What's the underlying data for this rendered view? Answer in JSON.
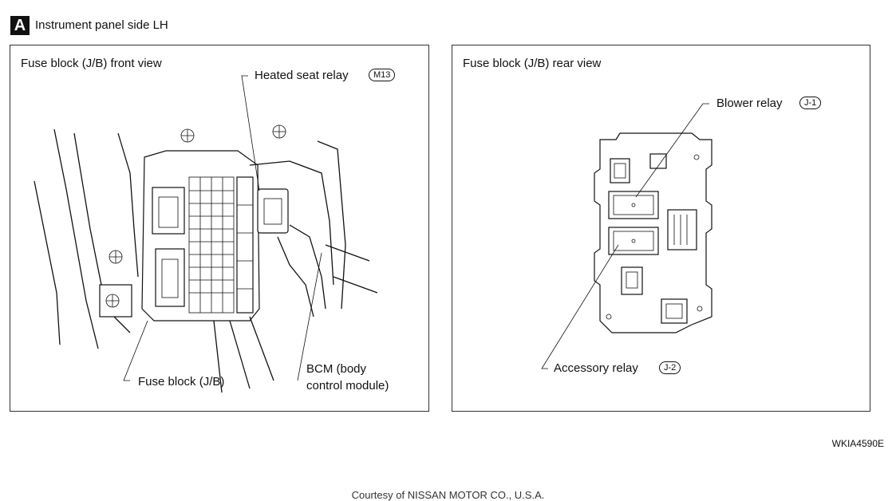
{
  "section": {
    "letter": "A",
    "title": "Instrument panel side LH"
  },
  "front_panel": {
    "title": "Fuse block (J/B) front view",
    "heated_seat_relay": {
      "label": "Heated seat relay",
      "connector": "M13"
    },
    "fuse_block_label": "Fuse block (J/B)",
    "bcm_label_line1": "BCM (body",
    "bcm_label_line2": "control module)"
  },
  "rear_panel": {
    "title": "Fuse block (J/B) rear view",
    "blower_relay": {
      "label": "Blower relay",
      "connector": "J-1"
    },
    "accessory_relay": {
      "label": "Accessory relay",
      "connector": "J-2"
    }
  },
  "figure_code": "WKIA4590E",
  "courtesy": "Courtesy of NISSAN MOTOR CO., U.S.A."
}
